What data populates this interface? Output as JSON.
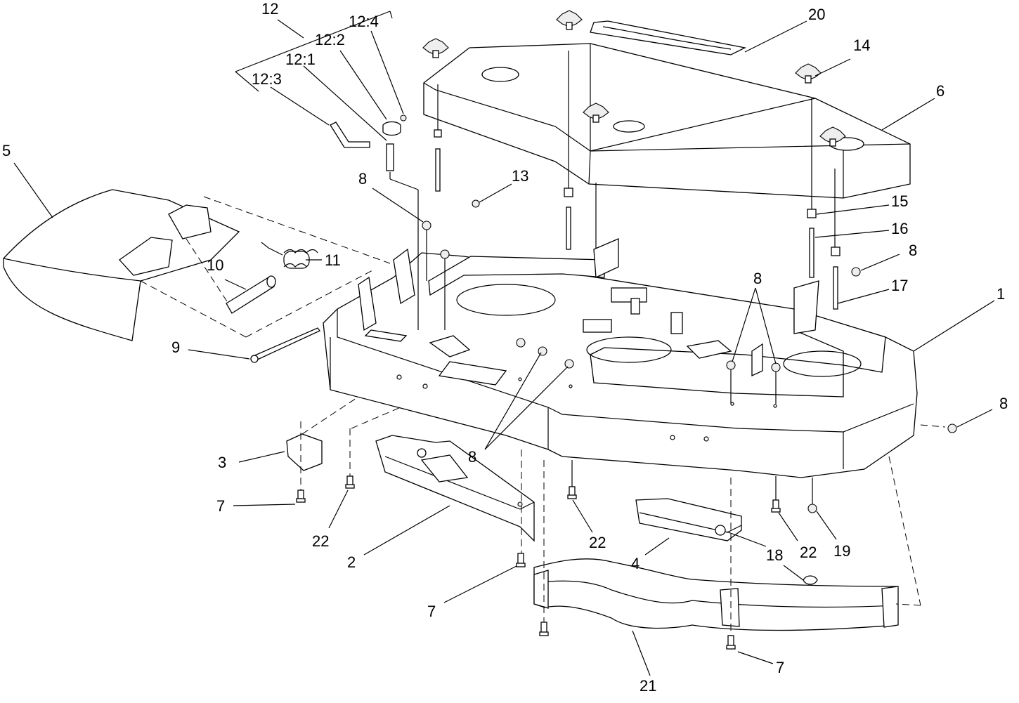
{
  "callouts": {
    "c1": "1",
    "c2": "2",
    "c3": "3",
    "c4": "4",
    "c5": "5",
    "c6": "6",
    "c7a": "7",
    "c7b": "7",
    "c7c": "7",
    "c8a": "8",
    "c8b": "8",
    "c8c": "8",
    "c8d": "8",
    "c8e": "8",
    "c9": "9",
    "c10": "10",
    "c11": "11",
    "c12": "12",
    "c12_1": "12:1",
    "c12_2": "12:2",
    "c12_3": "12:3",
    "c12_4": "12:4",
    "c13": "13",
    "c14": "14",
    "c15": "15",
    "c16": "16",
    "c17": "17",
    "c18": "18",
    "c19": "19",
    "c20": "20",
    "c21": "21",
    "c22a": "22",
    "c22b": "22",
    "c22c": "22"
  }
}
